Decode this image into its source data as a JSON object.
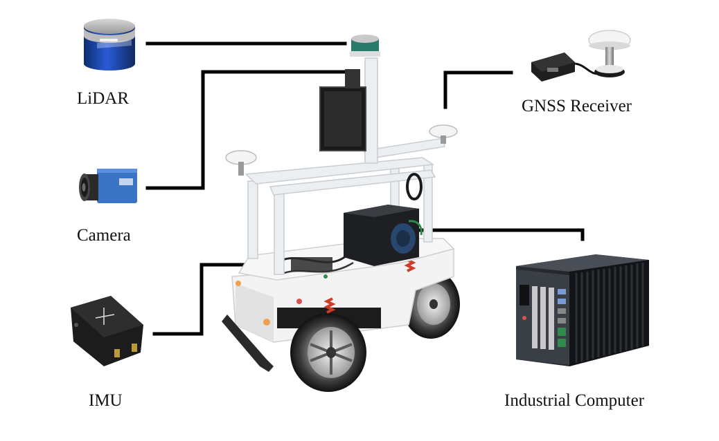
{
  "labels": {
    "lidar": "LiDAR",
    "camera": "Camera",
    "imu": "IMU",
    "gnss": "GNSS Receiver",
    "computer": "Industrial Computer"
  },
  "colors": {
    "connector": "#000000",
    "frame": "#e9ecef",
    "lidar_accent": "#2a5bd7",
    "spring": "#d23a2a"
  }
}
